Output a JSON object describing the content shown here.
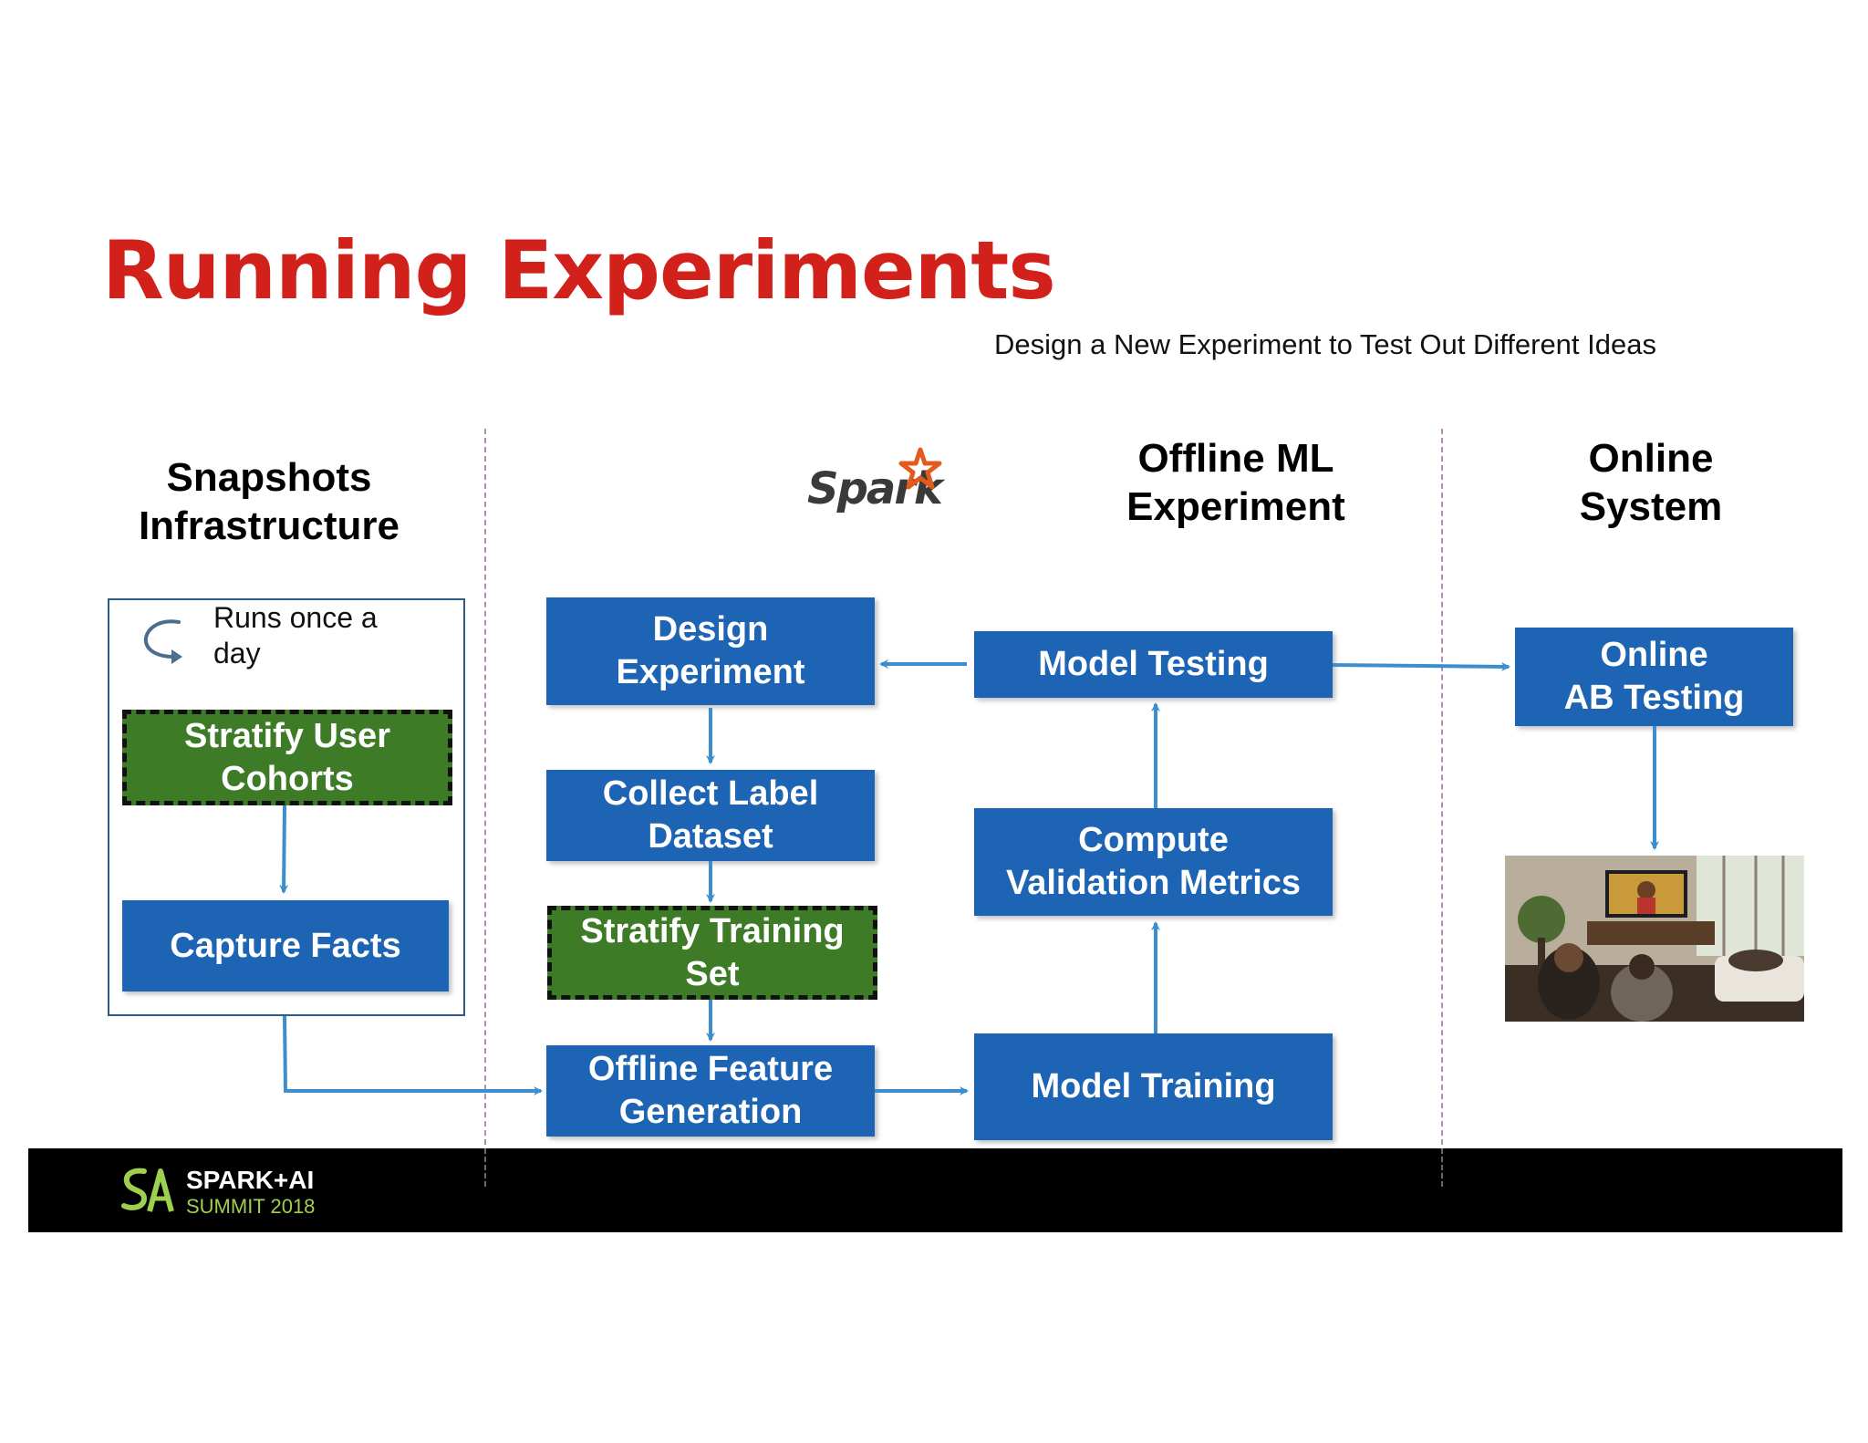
{
  "title": "Running Experiments",
  "subtitle": "Design a New Experiment to Test Out Different Ideas",
  "columns": {
    "snapshots": [
      "Snapshots",
      "Infrastructure"
    ],
    "offline": [
      "Offline ML",
      "Experiment"
    ],
    "online": [
      "Online",
      "System"
    ]
  },
  "spark_logo": "Spark",
  "runs_note": [
    "Runs once a",
    "day"
  ],
  "boxes": {
    "stratify_user": [
      "Stratify User",
      "Cohorts"
    ],
    "capture_facts": "Capture Facts",
    "design_experiment": [
      "Design",
      "Experiment"
    ],
    "collect_label": [
      "Collect Label",
      "Dataset"
    ],
    "stratify_training": [
      "Stratify Training",
      "Set"
    ],
    "offline_feature": [
      "Offline Feature",
      "Generation"
    ],
    "model_testing": "Model Testing",
    "compute_validation": [
      "Compute",
      "Validation Metrics"
    ],
    "model_training": "Model Training",
    "online_ab": [
      "Online",
      "AB Testing"
    ]
  },
  "footer": {
    "brand": "SPARK+AI",
    "event": "SUMMIT 2018"
  },
  "colors": {
    "title": "#d2201a",
    "blue_box": "#1e64b4",
    "green_box": "#3e7b27",
    "arrow": "#3b8fd0",
    "footer": "#000000",
    "logo_accent": "#9fcf4f"
  }
}
